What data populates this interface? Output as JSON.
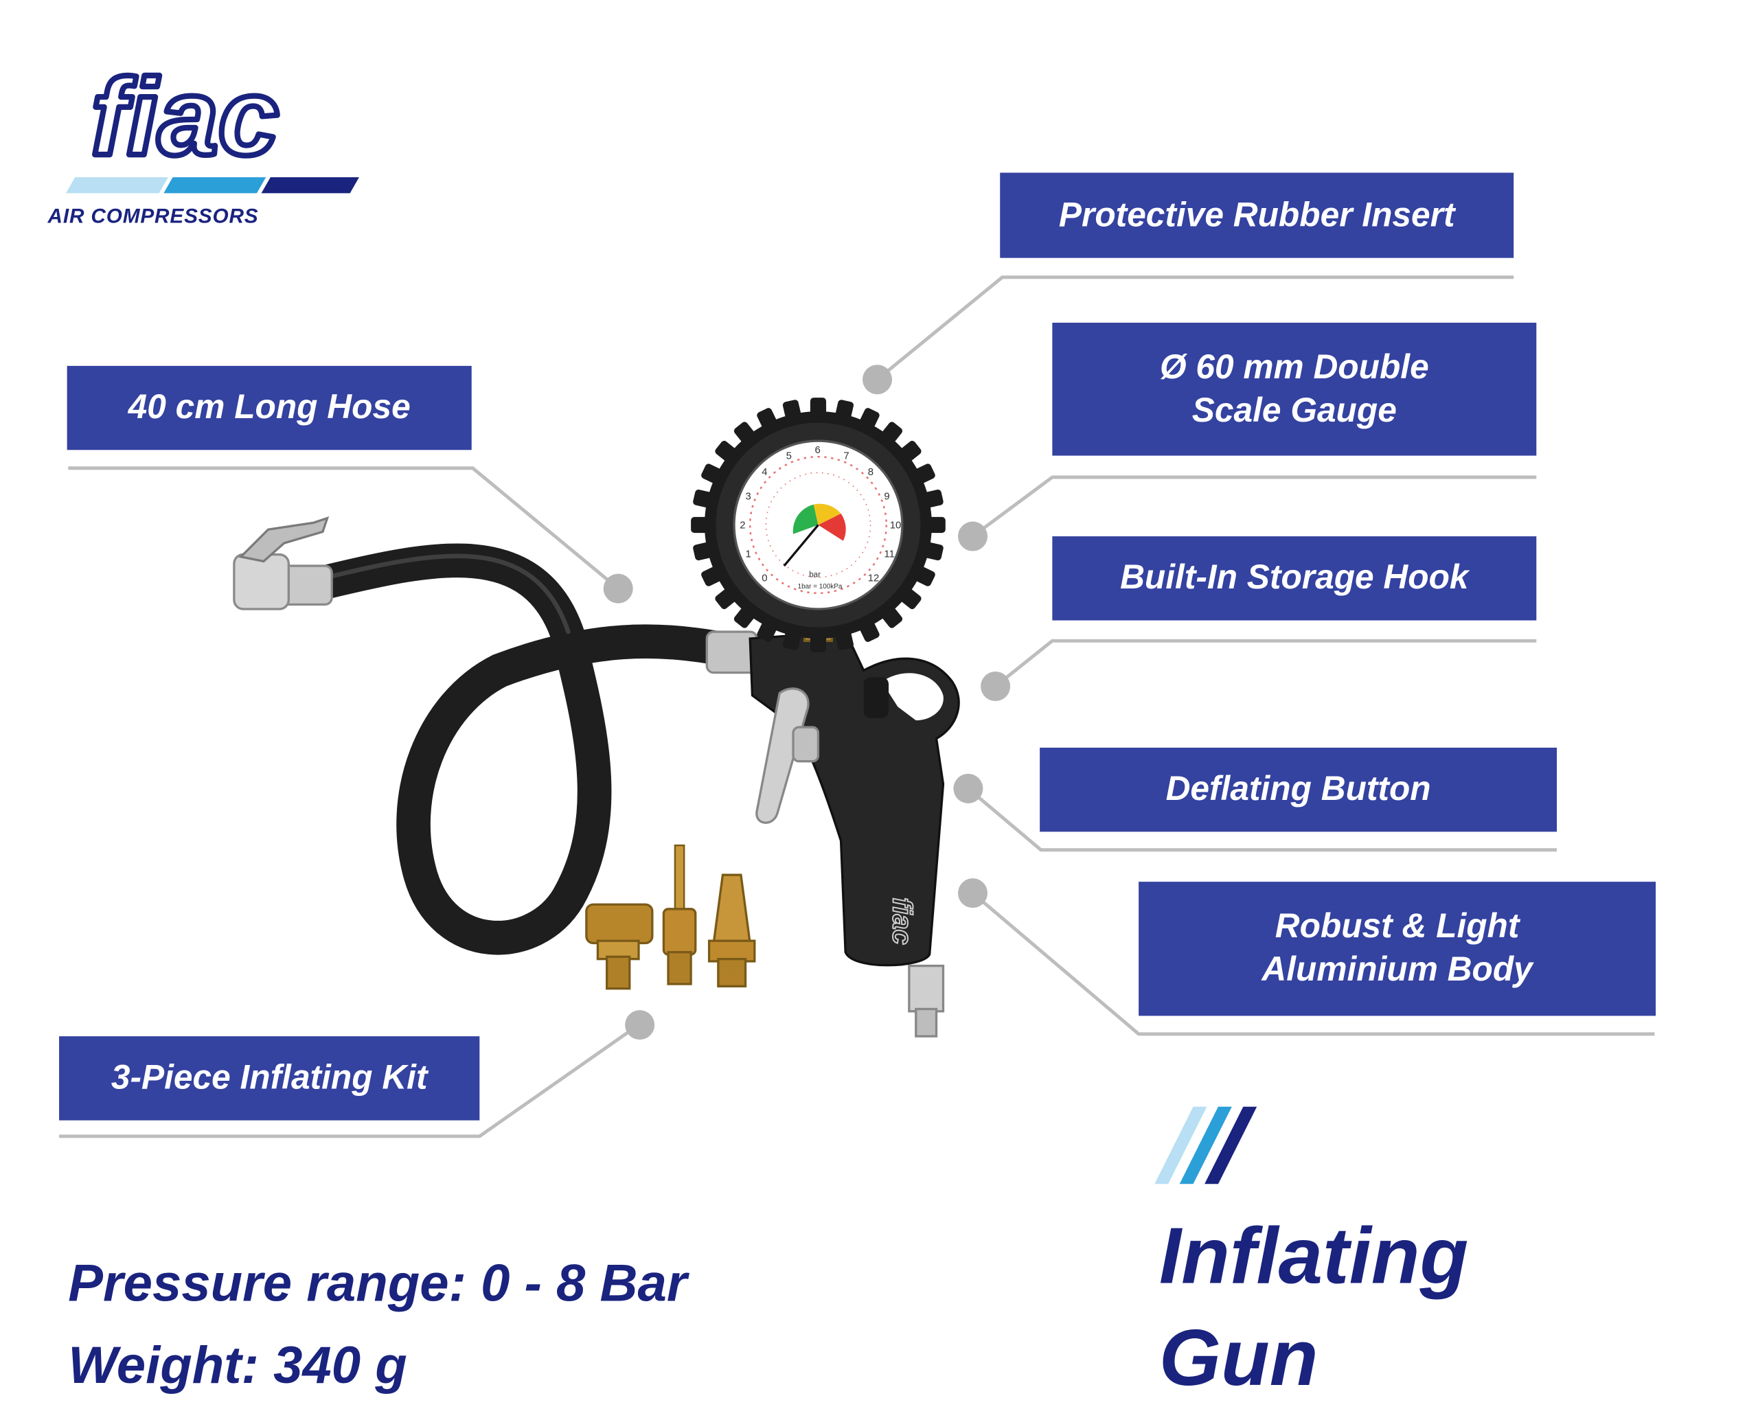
{
  "brand": {
    "logo_text": "fiac",
    "subtitle": "AIR COMPRESSORS",
    "stripe_colors": [
      "#b8dff3",
      "#2b9fd8",
      "#1a237e"
    ]
  },
  "callouts": {
    "rubber_insert": "Protective Rubber Insert",
    "gauge_line1": "Ø 60 mm Double",
    "gauge_line2": "Scale Gauge",
    "hose": "40 cm Long Hose",
    "storage_hook": "Built-In Storage Hook",
    "deflating_button": "Deflating Button",
    "body_line1": "Robust & Light",
    "body_line2": "Aluminium Body",
    "inflating_kit": "3-Piece Inflating Kit"
  },
  "specs": {
    "pressure": "Pressure range: 0 - 8 Bar",
    "weight": "Weight: 340 g"
  },
  "product": {
    "title_line1": "Inflating",
    "title_line2": "Gun",
    "accent_colors": [
      "#b8dff3",
      "#2b9fd8",
      "#1a237e"
    ]
  },
  "gauge": {
    "unit": "bar",
    "conversion": "1bar = 100kPa",
    "scale_outer": [
      "0",
      "1",
      "2",
      "3",
      "4",
      "5",
      "6",
      "7",
      "8",
      "9",
      "10",
      "11",
      "12"
    ]
  },
  "body_logo": "fiac",
  "colors": {
    "callout_bg": "#3442a0",
    "navy_text": "#1a237e",
    "leader_line": "#bdbdbd",
    "dot": "#b5b5b5"
  }
}
